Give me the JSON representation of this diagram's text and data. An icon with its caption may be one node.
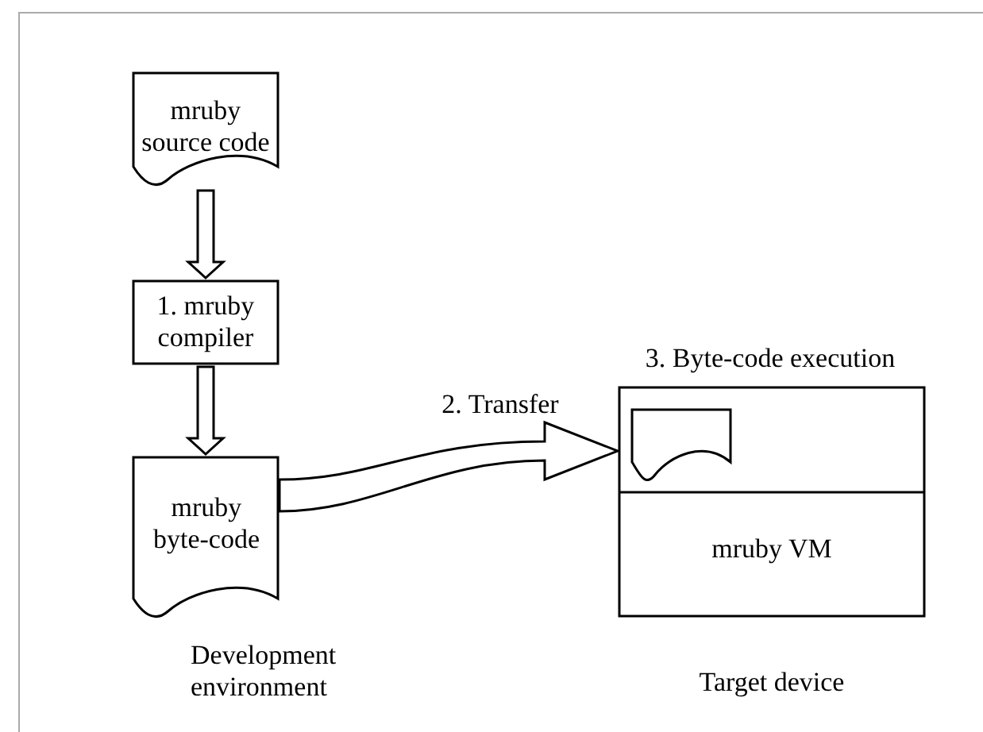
{
  "diagram": {
    "nodes": [
      {
        "text": [
          "mruby source code"
        ]
      },
      {
        "text": [
          "1. mruby compiler"
        ]
      },
      {
        "text": [
          "mruby byte-code"
        ]
      },
      {
        "text": [
          "3. Byte-code execution"
        ],
        "beside": [
          "Target device"
        ]
      },
      {
        "text": [],
        "shape": "document",
        "in": 3
      },
      {
        "text": [
          "mruby VM"
        ],
        "in": 3
      }
    ],
    "edges": [
      {
        "from": 0,
        "to": 1,
        "arrow": "to"
      },
      {
        "from": 1,
        "to": 2,
        "arrow": "to"
      },
      {
        "from": 2,
        "to": 3,
        "arrow": "to",
        "label": "2. Transfer"
      }
    ],
    "labels": [
      "Development environment"
    ]
  }
}
